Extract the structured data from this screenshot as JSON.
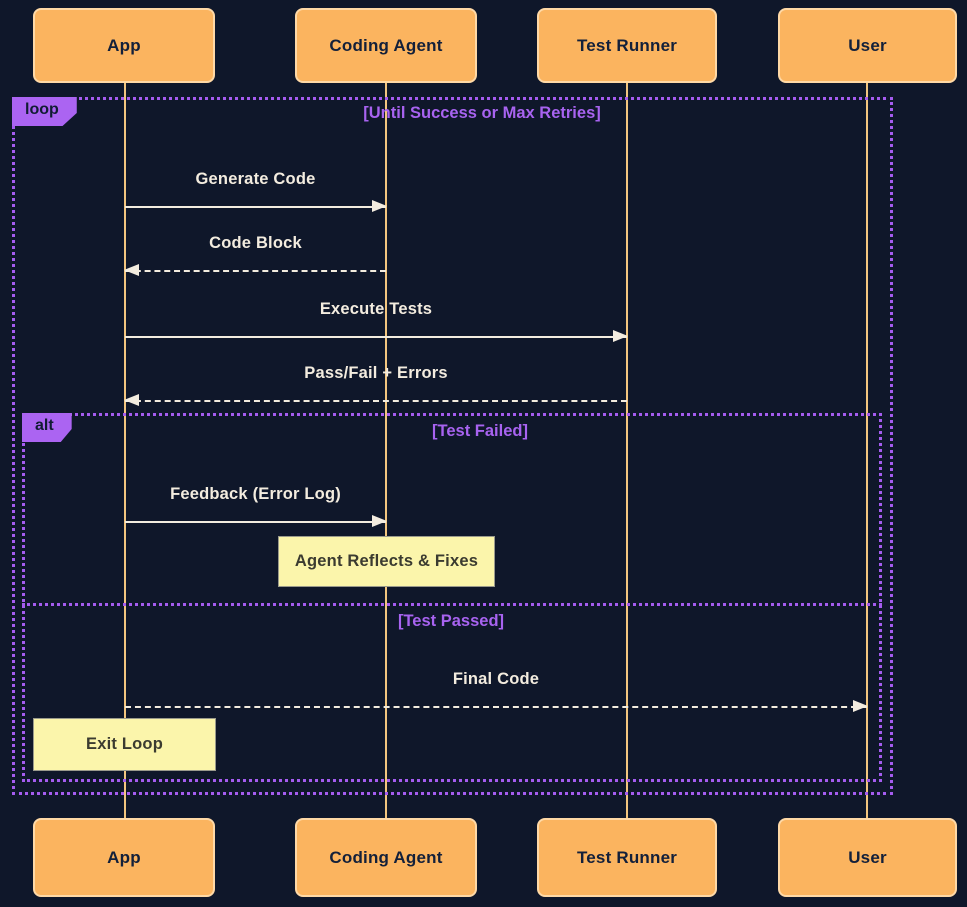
{
  "diagram_type": "sequence-diagram",
  "actors": [
    {
      "label": "App"
    },
    {
      "label": "Coding Agent"
    },
    {
      "label": "Test Runner"
    },
    {
      "label": "User"
    }
  ],
  "frames": {
    "loop": {
      "label": "loop",
      "condition": "[Until Success or Max Retries]"
    },
    "alt": {
      "label": "alt",
      "branches": [
        {
          "condition": "[Test Failed]"
        },
        {
          "condition": "[Test Passed]"
        }
      ]
    }
  },
  "messages": [
    {
      "label": "Generate Code",
      "from": "App",
      "to": "Coding Agent",
      "line": "solid"
    },
    {
      "label": "Code Block",
      "from": "Coding Agent",
      "to": "App",
      "line": "dashed"
    },
    {
      "label": "Execute Tests",
      "from": "App",
      "to": "Test Runner",
      "line": "solid"
    },
    {
      "label": "Pass/Fail + Errors",
      "from": "Test Runner",
      "to": "App",
      "line": "dashed"
    },
    {
      "label": "Feedback (Error Log)",
      "from": "App",
      "to": "Coding Agent",
      "line": "solid"
    },
    {
      "label": "Final Code",
      "from": "App",
      "to": "User",
      "line": "dashed"
    }
  ],
  "notes": [
    {
      "label": "Agent Reflects & Fixes",
      "over": "Coding Agent"
    },
    {
      "label": "Exit Loop",
      "over": "App"
    }
  ],
  "colors": {
    "background": "#0f172a",
    "actor_fill": "#fbb45f",
    "actor_border": "#ffd9a6",
    "lifeline": "#f2c57f",
    "message": "#f3ecdf",
    "frame_purple": "#a55cf0",
    "note_fill": "#fbf5ab"
  }
}
